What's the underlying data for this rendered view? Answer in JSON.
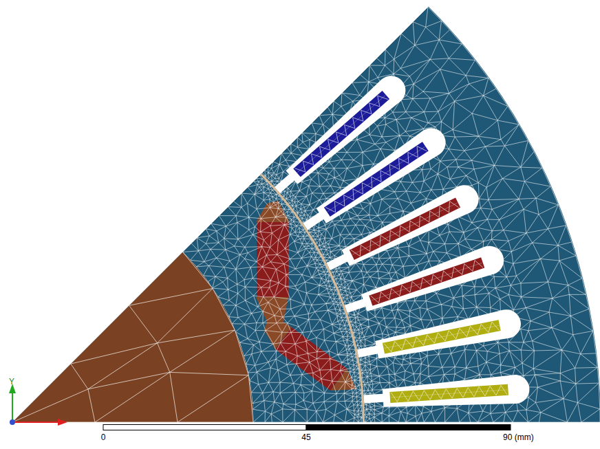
{
  "diagram": {
    "labels": [
      "Y",
      "0",
      "45",
      "90 (mm)"
    ]
  }
}
